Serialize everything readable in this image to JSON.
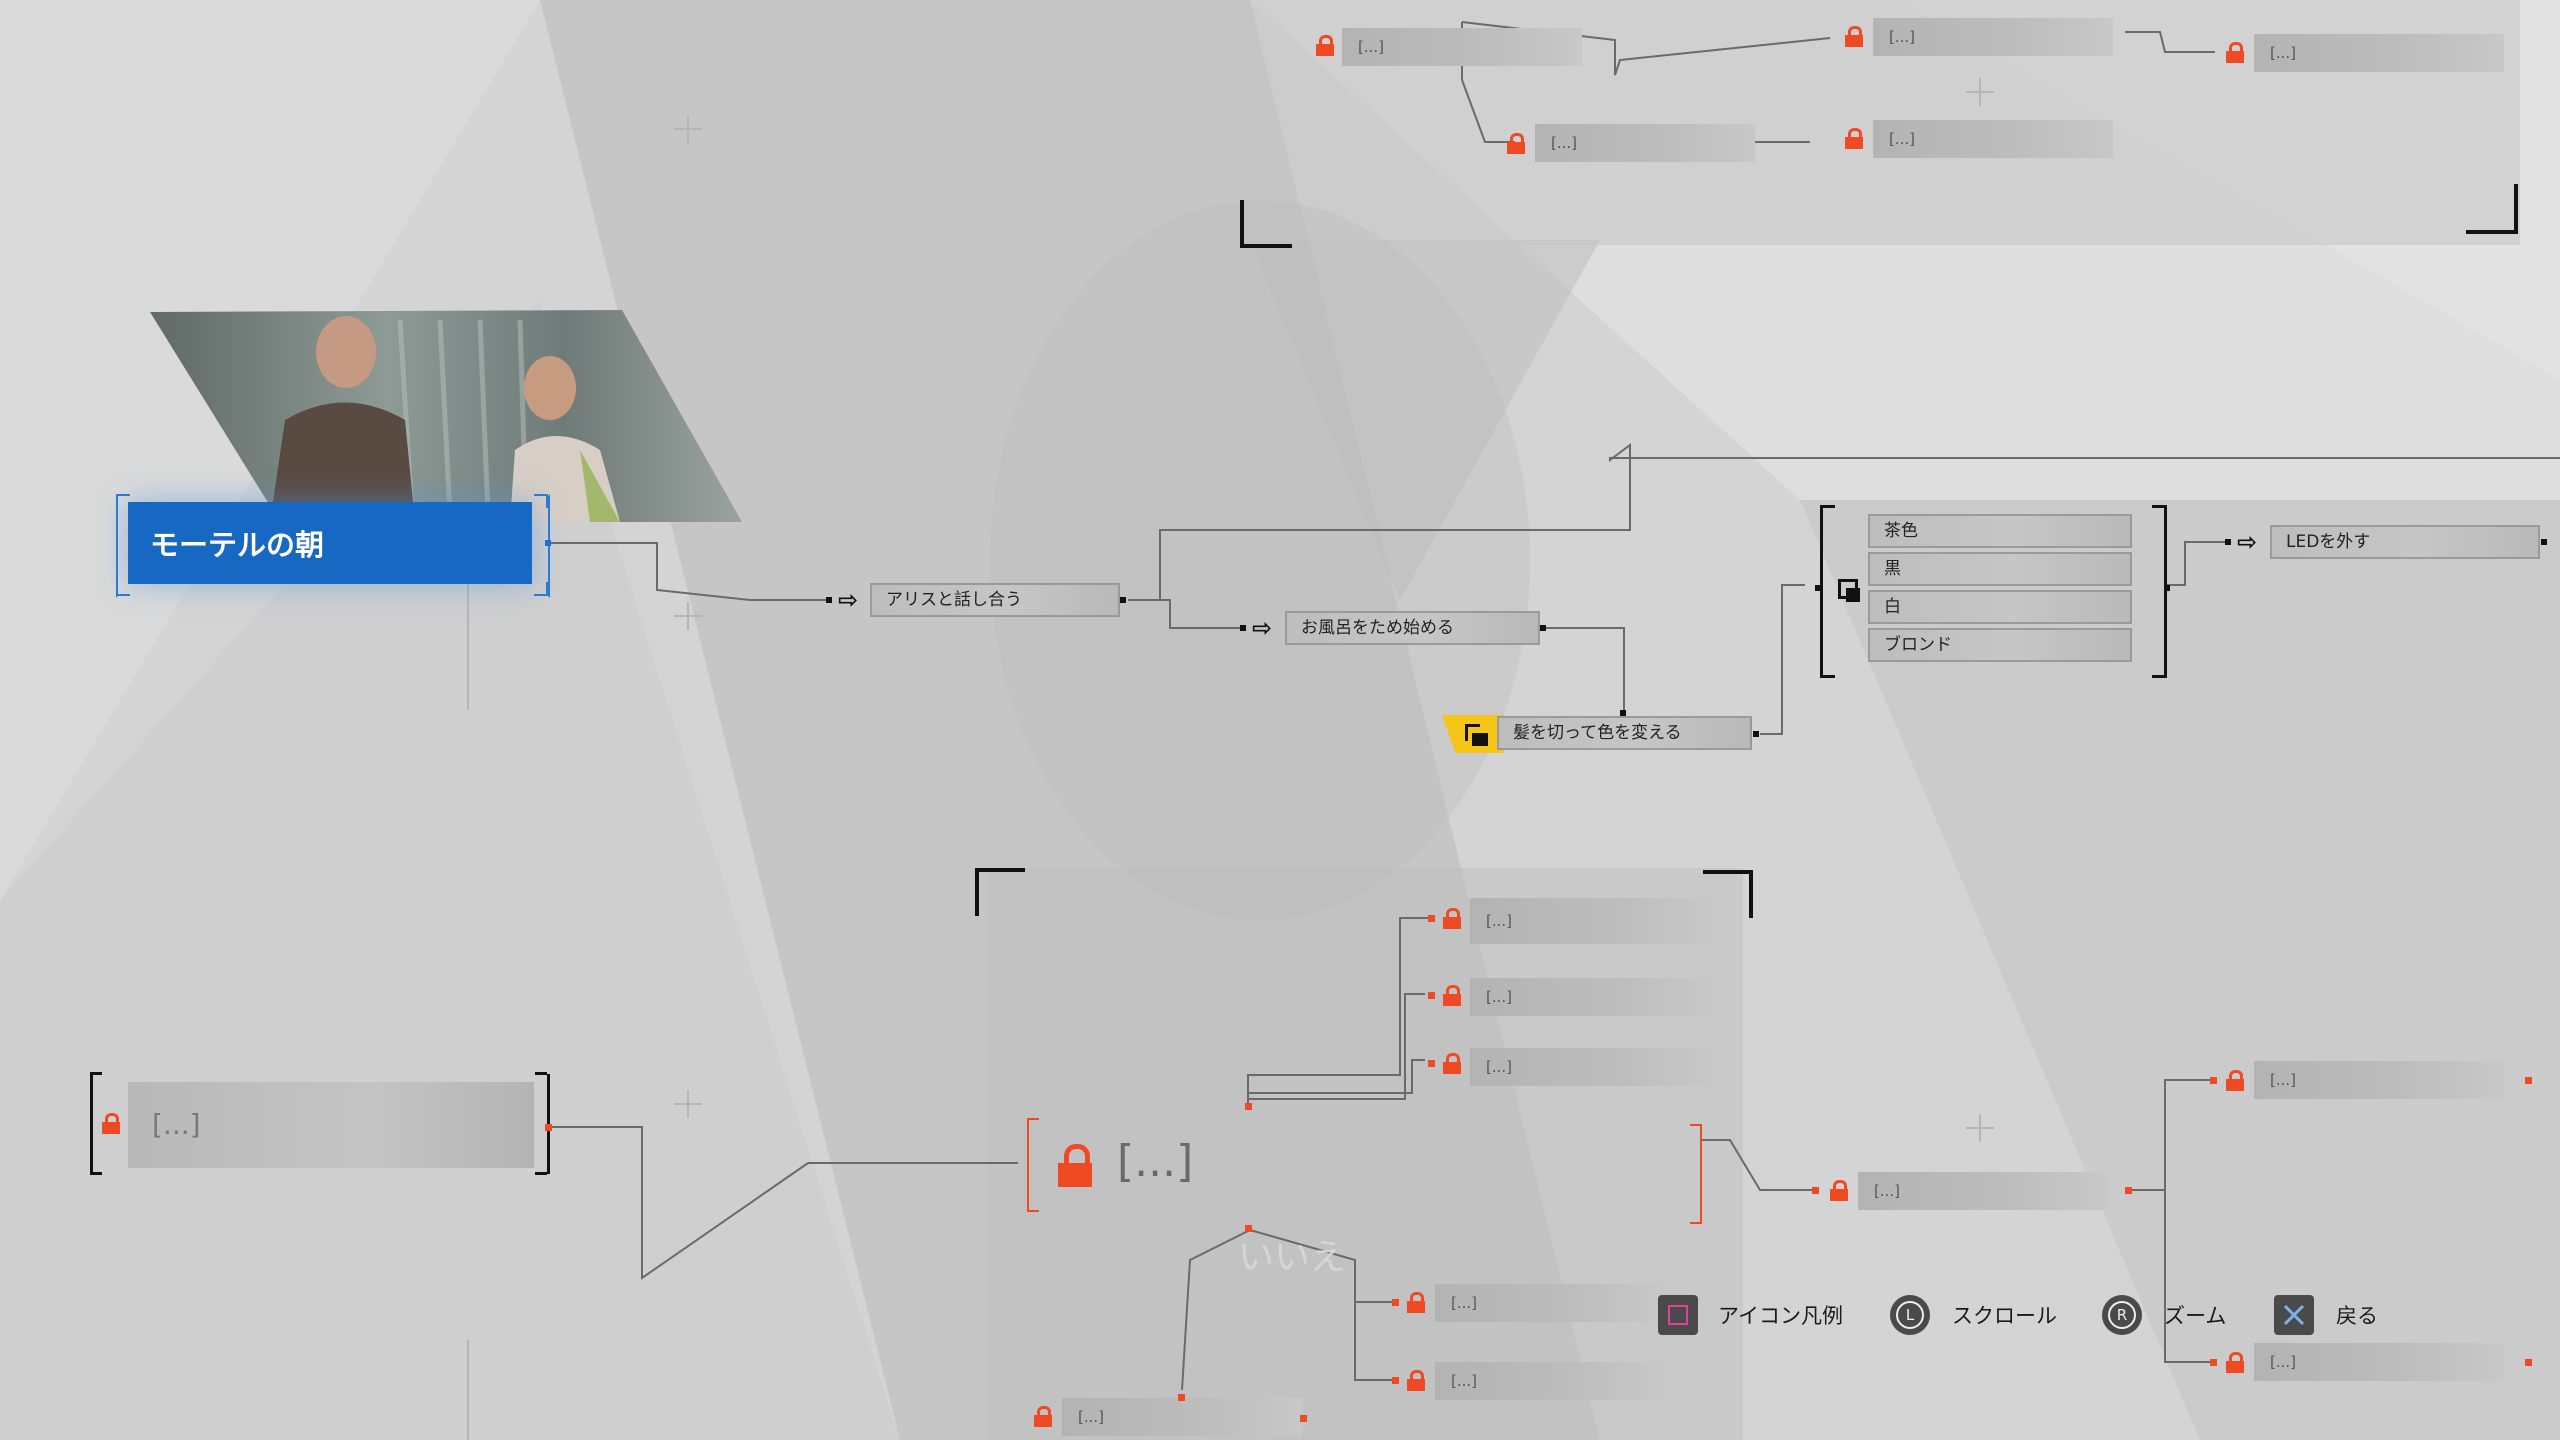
{
  "chapter": {
    "title": "モーテルの朝"
  },
  "nodes": {
    "alice": "アリスと話し合う",
    "bath": "お風呂をため始める",
    "hair": "髪を切って色を変える",
    "led": "LEDを外す"
  },
  "hair_colors": [
    "茶色",
    "黒",
    "白",
    "ブロンド"
  ],
  "locked_label": "[...]",
  "hidden_choice": "いいえ",
  "controls": [
    {
      "icon": "square-button-icon",
      "label": "アイコン凡例"
    },
    {
      "icon": "l-stick-icon",
      "label": "スクロール",
      "glyph": "L"
    },
    {
      "icon": "r-stick-icon",
      "label": "ズーム",
      "glyph": "R"
    },
    {
      "icon": "cross-button-icon",
      "label": "戻る"
    }
  ],
  "colors": {
    "chapter_blue": "#1668c2",
    "lock_red": "#ef4a23",
    "unlock_yellow": "#f5c518",
    "background": "#d4d4d4"
  }
}
